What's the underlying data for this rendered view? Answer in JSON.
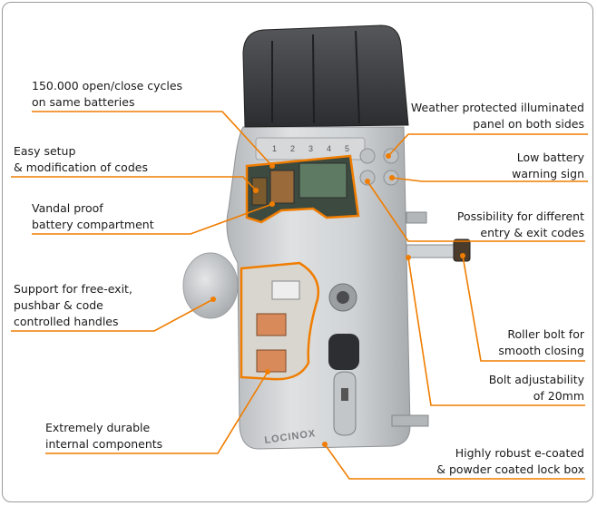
{
  "colors": {
    "leader": "#f07d00",
    "frame": "#9a9a9a",
    "body": "#c9ccce",
    "lid": "#3c3d40",
    "cutaway": "#f07d00"
  },
  "labels": {
    "cycles": "150.000 open/close cycles\non same batteries",
    "setup": "Easy setup\n& modification of codes",
    "vandal": "Vandal proof\nbattery compartment",
    "free_exit": "Support for free-exit,\npushbar & code\ncontrolled handles",
    "internal": "Extremely durable\ninternal components",
    "weather": "Weather protected illuminated\npanel on both sides",
    "low_battery": "Low battery\nwarning sign",
    "entry_exit": "Possibility for different\nentry & exit codes",
    "roller": "Roller bolt for\nsmooth closing",
    "bolt_adjust": "Bolt adjustability\nof 20mm",
    "robust": "Highly robust e-coated\n& powder coated lock box"
  },
  "keypad": {
    "digits": [
      "1",
      "2",
      "3",
      "4",
      "5"
    ]
  },
  "brand": {
    "logo_text": "LOCINOX"
  }
}
